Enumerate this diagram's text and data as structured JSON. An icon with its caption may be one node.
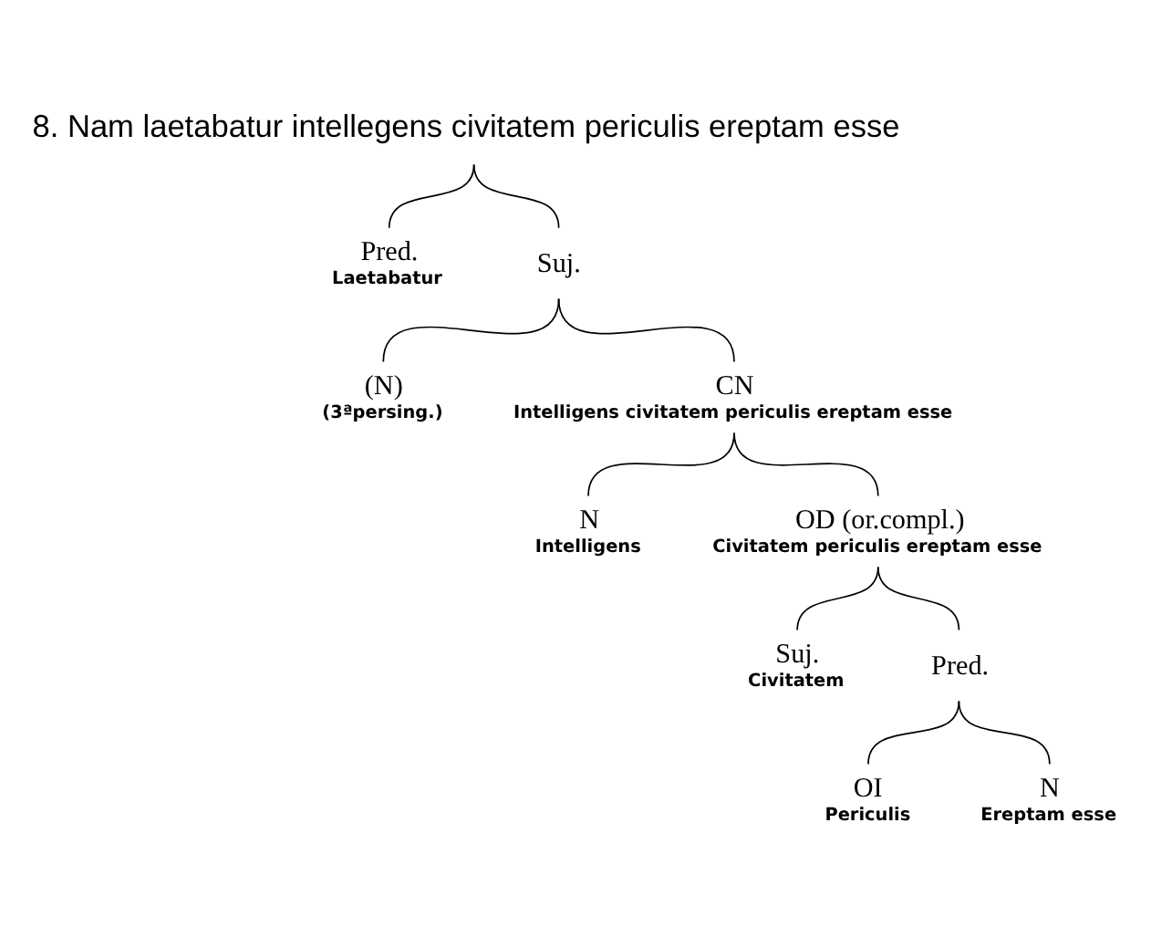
{
  "diagram": {
    "nodes": [
      {
        "text": [
          "8. Nam laetabatur intellegens civitatem periculis ereptam esse"
        ]
      },
      {
        "text": [
          "Pred.",
          "Laetabatur"
        ]
      },
      {
        "text": [
          "Suj."
        ]
      },
      {
        "text": [
          "(N)",
          "(3ªpersing.)"
        ]
      },
      {
        "text": [
          "CN",
          "Intelligens civitatem periculis ereptam esse"
        ]
      },
      {
        "text": [
          "N",
          "Intelligens"
        ]
      },
      {
        "text": [
          "OD (or.compl.)",
          "Civitatem periculis ereptam esse"
        ]
      },
      {
        "text": [
          "Suj.",
          "Civitatem"
        ]
      },
      {
        "text": [
          "Pred."
        ]
      },
      {
        "text": [
          "OI",
          "Periculis"
        ]
      },
      {
        "text": [
          "N",
          "Ereptam esse"
        ]
      }
    ],
    "edges": [
      {
        "from": 0,
        "to": 1,
        "arrow": "none"
      },
      {
        "from": 0,
        "to": 2,
        "arrow": "none"
      },
      {
        "from": 2,
        "to": 3,
        "arrow": "none"
      },
      {
        "from": 2,
        "to": 4,
        "arrow": "none"
      },
      {
        "from": 4,
        "to": 5,
        "arrow": "none"
      },
      {
        "from": 4,
        "to": 6,
        "arrow": "none"
      },
      {
        "from": 6,
        "to": 7,
        "arrow": "none"
      },
      {
        "from": 6,
        "to": 8,
        "arrow": "none"
      },
      {
        "from": 8,
        "to": 9,
        "arrow": "none"
      },
      {
        "from": 8,
        "to": 10,
        "arrow": "none"
      }
    ]
  }
}
